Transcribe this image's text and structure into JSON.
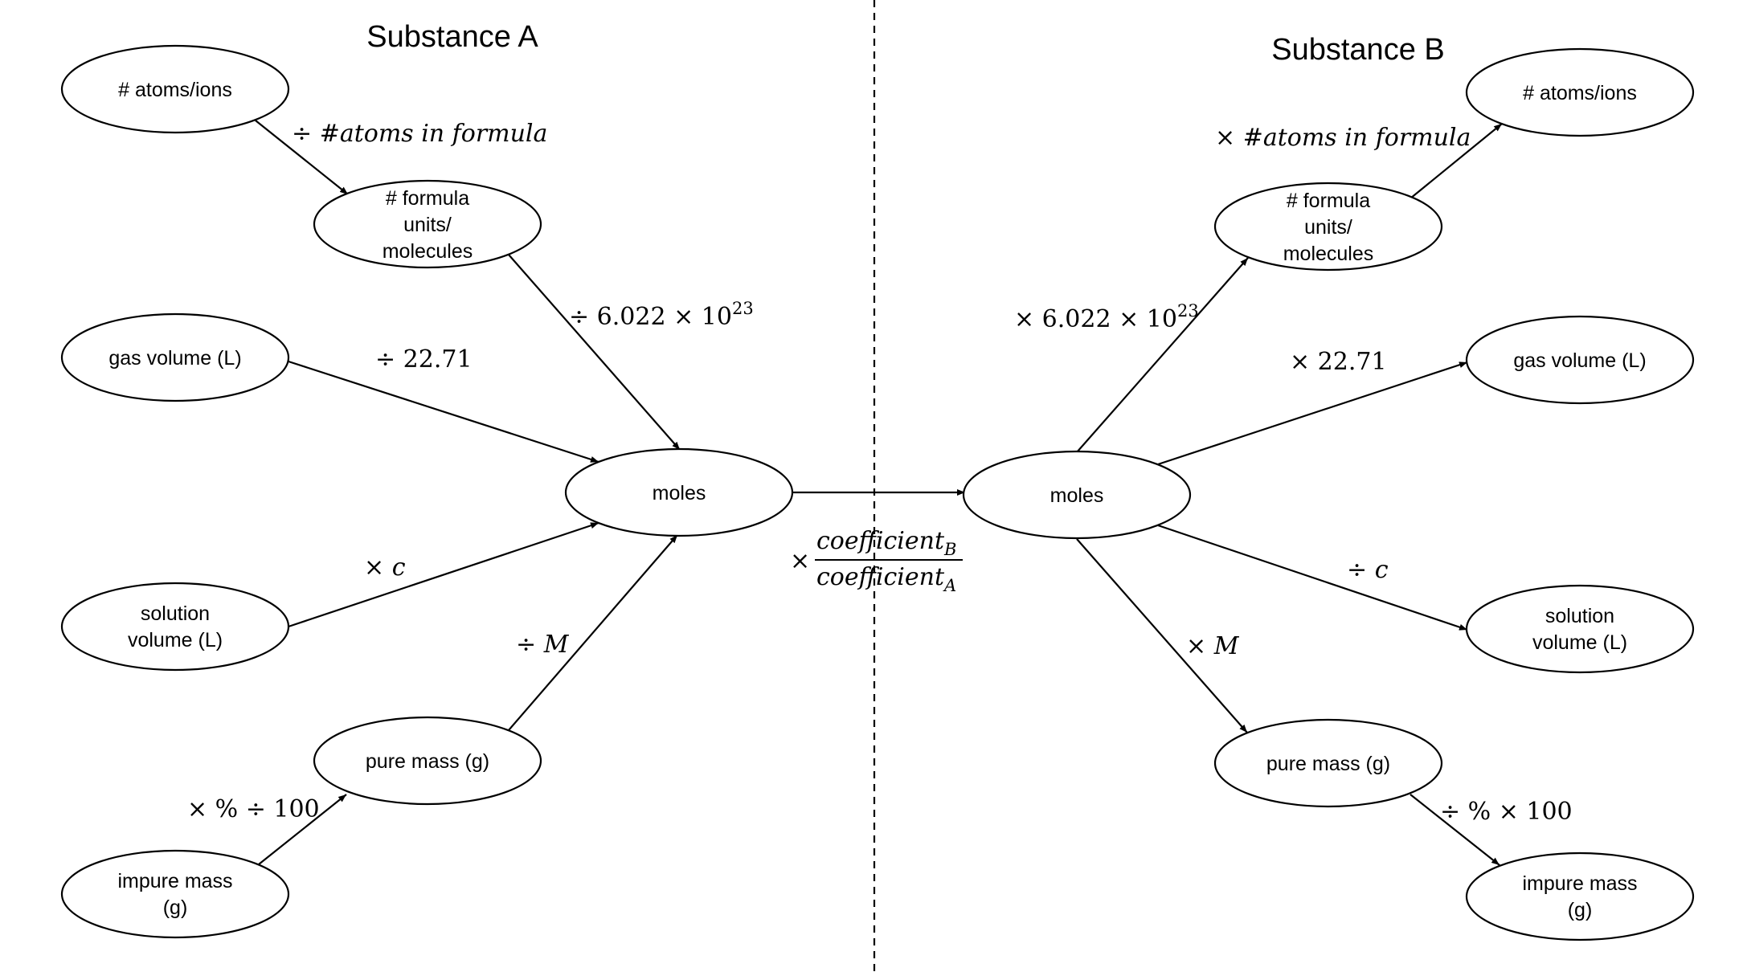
{
  "titles": {
    "left": "Substance A",
    "right": "Substance B"
  },
  "nodes": {
    "a_atoms": [
      "# atoms/ions"
    ],
    "a_formula": [
      "# formula",
      "units/",
      "molecules"
    ],
    "a_gas": [
      "gas volume (L)"
    ],
    "a_moles": [
      "moles"
    ],
    "a_solution": [
      "solution",
      "volume (L)"
    ],
    "a_pure": [
      "pure mass (g)"
    ],
    "a_impure": [
      "impure mass",
      "(g)"
    ],
    "b_atoms": [
      "# atoms/ions"
    ],
    "b_formula": [
      "# formula",
      "units/",
      "molecules"
    ],
    "b_gas": [
      "gas volume (L)"
    ],
    "b_moles": [
      "moles"
    ],
    "b_solution": [
      "solution",
      "volume (L)"
    ],
    "b_pure": [
      "pure mass (g)"
    ],
    "b_impure": [
      "impure mass",
      "(g)"
    ]
  },
  "labels": {
    "a_atoms_formula": {
      "op": "÷ ",
      "expr": "#atoms in formula"
    },
    "a_formula_moles": {
      "op": "÷ 6.022 × 10",
      "sup": "23"
    },
    "a_gas_moles": {
      "op": "÷ 22.71"
    },
    "a_solution_moles": {
      "op": "× ",
      "expr": "c"
    },
    "a_pure_moles": {
      "op": "÷ ",
      "expr": "M"
    },
    "a_impure_pure": {
      "op": "× % ÷ 100"
    },
    "ratio": {
      "op": "×",
      "num": "coefficient",
      "num_sub": "B",
      "den": "coefficient",
      "den_sub": "A"
    },
    "b_formula_atoms": {
      "op": "× ",
      "expr": "#atoms in formula"
    },
    "b_moles_formula": {
      "op": "× 6.022 × 10",
      "sup": "23"
    },
    "b_moles_gas": {
      "op": "× 22.71"
    },
    "b_moles_solution": {
      "op": "÷ ",
      "expr": "c"
    },
    "b_moles_pure": {
      "op": "× ",
      "expr": "M"
    },
    "b_pure_impure": {
      "op": "÷ % × 100"
    }
  }
}
